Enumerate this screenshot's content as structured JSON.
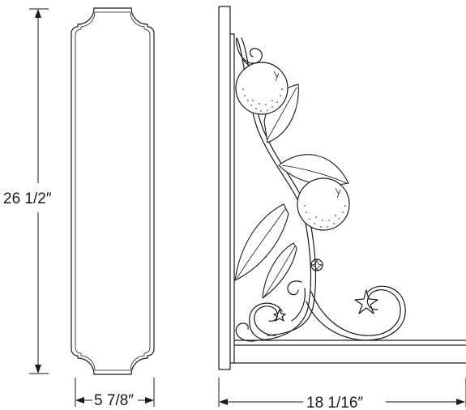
{
  "dimensions": {
    "height_label": "26 1/2″",
    "panel_width_label": "5 7/8″",
    "bracket_depth_label": "18 1/16″"
  }
}
